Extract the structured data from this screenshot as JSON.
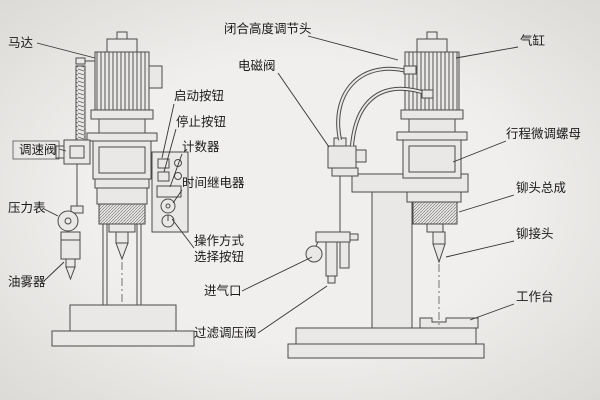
{
  "diagram": {
    "labels": {
      "motor": "马达",
      "speed_valve": "调速阀",
      "pressure_gauge": "压力表",
      "oil_mister": "油雾器",
      "start_button": "启动按钮",
      "stop_button": "停止按钮",
      "counter": "计数器",
      "time_relay": "时间继电器",
      "mode_select_line1": "操作方式",
      "mode_select_line2": "选择按钮",
      "air_inlet": "进气口",
      "filter_regulator": "过滤调压阀",
      "close_height_adjuster": "闭合高度调节头",
      "solenoid_valve": "电磁阀",
      "air_cylinder": "气缸",
      "stroke_fine_adjust_nut": "行程微调螺母",
      "rivet_head_assembly": "铆头总成",
      "rivet_connector": "铆接头",
      "worktable": "工作台"
    },
    "colors": {
      "background": "#e9e8e6",
      "line": "#4a4a4a",
      "text": "#1a1a1a"
    }
  }
}
